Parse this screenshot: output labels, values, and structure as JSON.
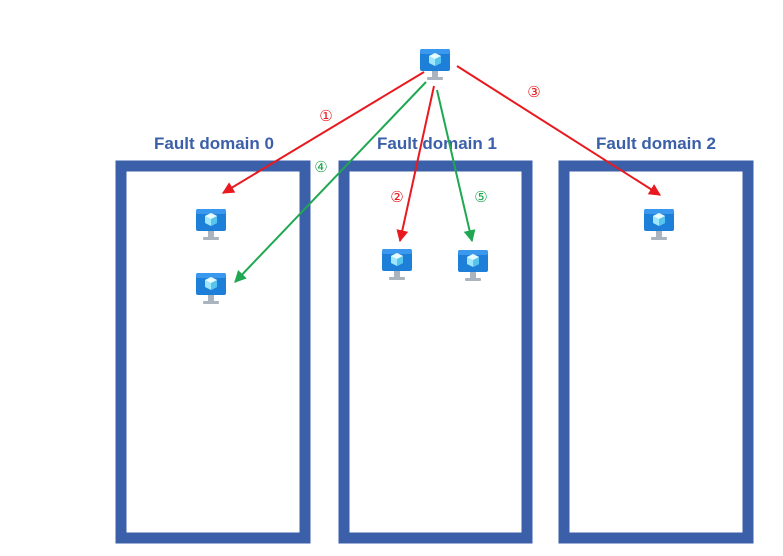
{
  "fault_domains": [
    {
      "label": "Fault domain 0"
    },
    {
      "label": "Fault domain 1"
    },
    {
      "label": "Fault domain 2"
    }
  ],
  "steps": [
    {
      "label": "①",
      "color": "#e8191f"
    },
    {
      "label": "②",
      "color": "#e8191f"
    },
    {
      "label": "③",
      "color": "#e8191f"
    },
    {
      "label": "④",
      "color": "#1fa851"
    },
    {
      "label": "⑤",
      "color": "#1fa851"
    }
  ],
  "colors": {
    "domain_border": "#3b5fa8",
    "red_arrow": "#e8191f",
    "green_arrow": "#1fa851",
    "vm_screen": "#1e7fd8",
    "vm_stand": "#a9b4bf"
  },
  "icons": {
    "source": "virtual-machine-icon",
    "placed": "virtual-machine-icon"
  }
}
